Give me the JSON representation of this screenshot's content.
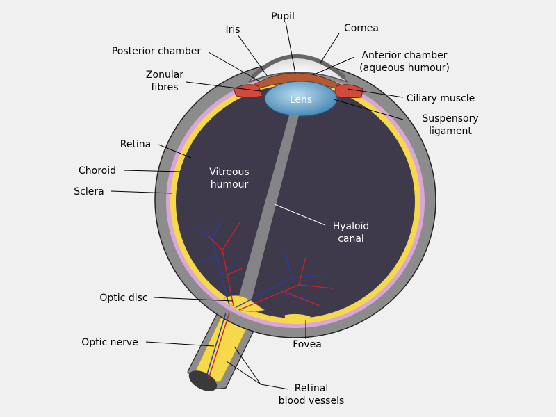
{
  "labels": {
    "pupil": "Pupil",
    "iris": "Iris",
    "cornea": "Cornea",
    "posterior_chamber": "Posterior chamber",
    "anterior_chamber_1": "Anterior chamber",
    "anterior_chamber_2": "(aqueous humour)",
    "zonular_1": "Zonular",
    "zonular_2": "fibres",
    "lens": "Lens",
    "ciliary_muscle": "Ciliary muscle",
    "suspensory_1": "Suspensory",
    "suspensory_2": "ligament",
    "retina": "Retina",
    "choroid": "Choroid",
    "sclera": "Sclera",
    "vitreous_1": "Vitreous",
    "vitreous_2": "humour",
    "hyaloid_1": "Hyaloid",
    "hyaloid_2": "canal",
    "optic_disc": "Optic disc",
    "optic_nerve": "Optic nerve",
    "fovea": "Fovea",
    "retinal_vessels_1": "Retinal",
    "retinal_vessels_2": "blood vessels"
  },
  "colors": {
    "background": "#f0f0f0",
    "sclera": "#8c8c8c",
    "choroid": "#d9a6dc",
    "retina": "#f5d94a",
    "vitreous": "#3e3a4c",
    "lens": "#6aa5c9",
    "iris": "#b45a32",
    "ciliary": "#d24a3c",
    "artery": "#d0202a",
    "vein": "#2a3aa8"
  }
}
